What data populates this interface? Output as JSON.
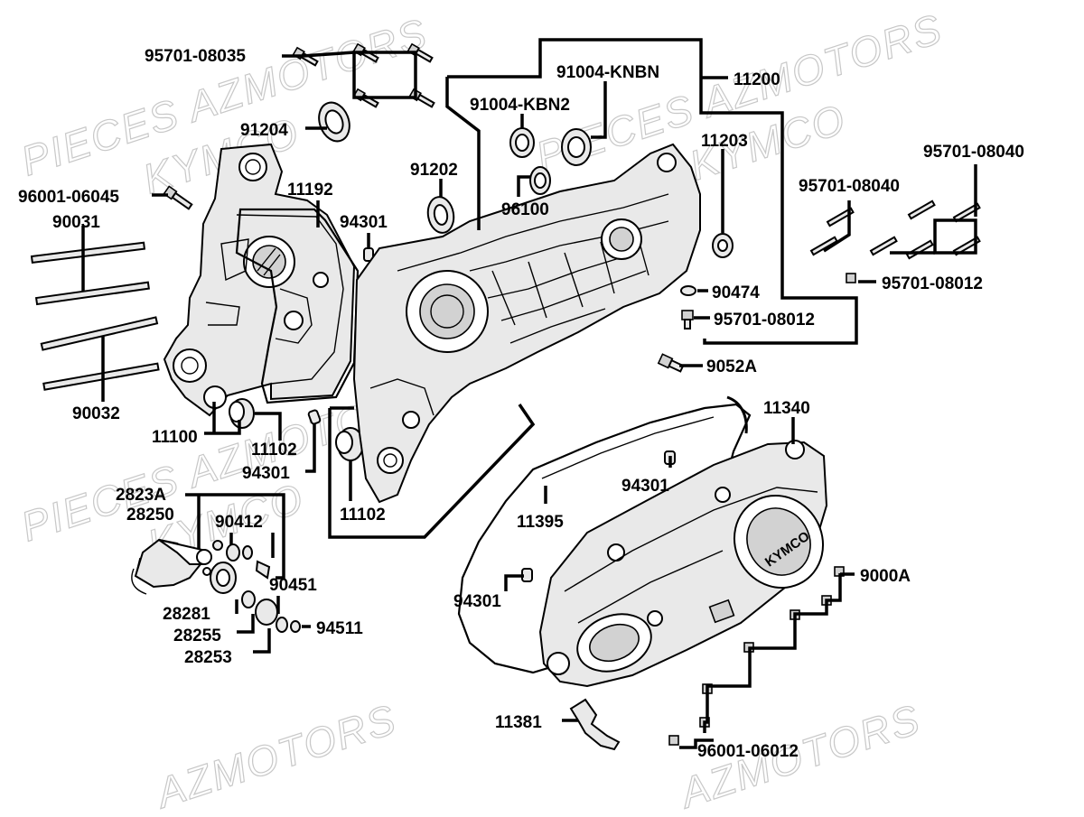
{
  "watermarks": [
    "PIECES AZMOTORS",
    "KYMCO",
    "PIECES AZMOTORS",
    "KYMCO",
    "PIECES AZMOTORS",
    "KYMCO",
    "AZMOTORS",
    "AZMOTORS"
  ],
  "cover_brand": "KYMCO",
  "labels": [
    "95701-08035",
    "91204",
    "96001-06045",
    "90031",
    "90032",
    "11100",
    "11192",
    "94301",
    "11102",
    "94301",
    "11102",
    "91202",
    "91004-KBN2",
    "91004-KNBN",
    "96100",
    "11200",
    "11203",
    "90474",
    "95701-08012",
    "9052A",
    "95701-08040",
    "95701-08040",
    "95701-08012",
    "11340",
    "94301",
    "11395",
    "94301",
    "9000A",
    "11381",
    "96001-06012",
    "2823A",
    "28250",
    "90412",
    "90451",
    "28281",
    "28255",
    "94511",
    "28253"
  ]
}
